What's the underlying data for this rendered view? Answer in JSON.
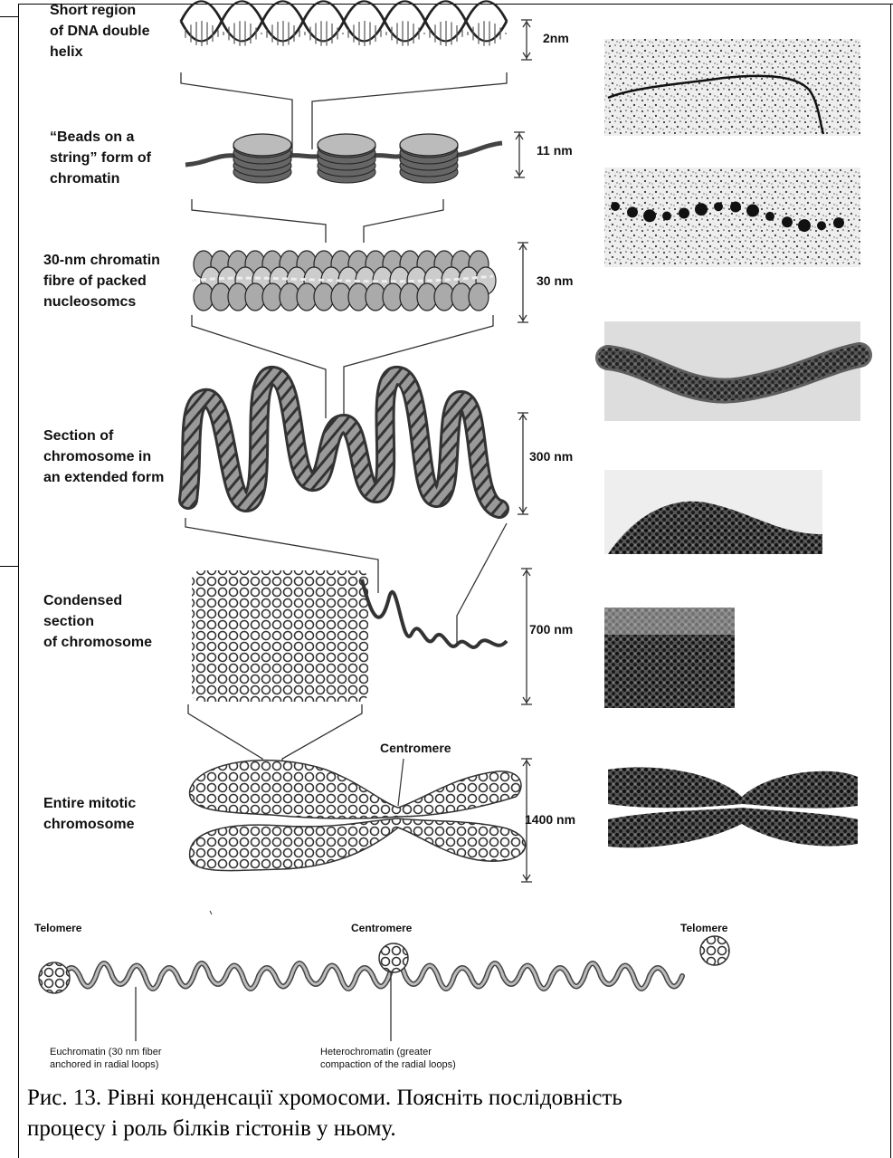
{
  "levels": [
    {
      "label_lines": [
        "Short region",
        "of DNA double",
        "helix"
      ],
      "size": "2nm"
    },
    {
      "label_lines": [
        "“Beads on a",
        "string” form of",
        "chromatin"
      ],
      "size": "11 nm"
    },
    {
      "label_lines": [
        "30-nm chromatin",
        "fibre of packed",
        "nucleosomcs"
      ],
      "size": "30 nm"
    },
    {
      "label_lines": [
        "Section of",
        "chromosome in",
        "an extended form"
      ],
      "size": "300 nm"
    },
    {
      "label_lines": [
        "Condensed",
        "section",
        "of chromosome"
      ],
      "size": "700 nm"
    },
    {
      "label_lines": [
        "Entire mitotic",
        "chromosome"
      ],
      "size": "1400 nm"
    }
  ],
  "centromere_label": "Centromere",
  "bottom": {
    "telomere_left": "Telomere",
    "centromere": "Centromere",
    "telomere_right": "Telomere",
    "euchromatin_lines": [
      "Euchromatin (30 nm fiber",
      "anchored in radial loops)"
    ],
    "heterochromatin_lines": [
      "Heterochromatin (greater",
      "compaction of the radial loops)"
    ]
  },
  "caption_lines": [
    "Рис. 13. Рівні конденсації хромосоми. Поясніть послідовність",
    "процесу і роль білків гістонів у ньому."
  ]
}
